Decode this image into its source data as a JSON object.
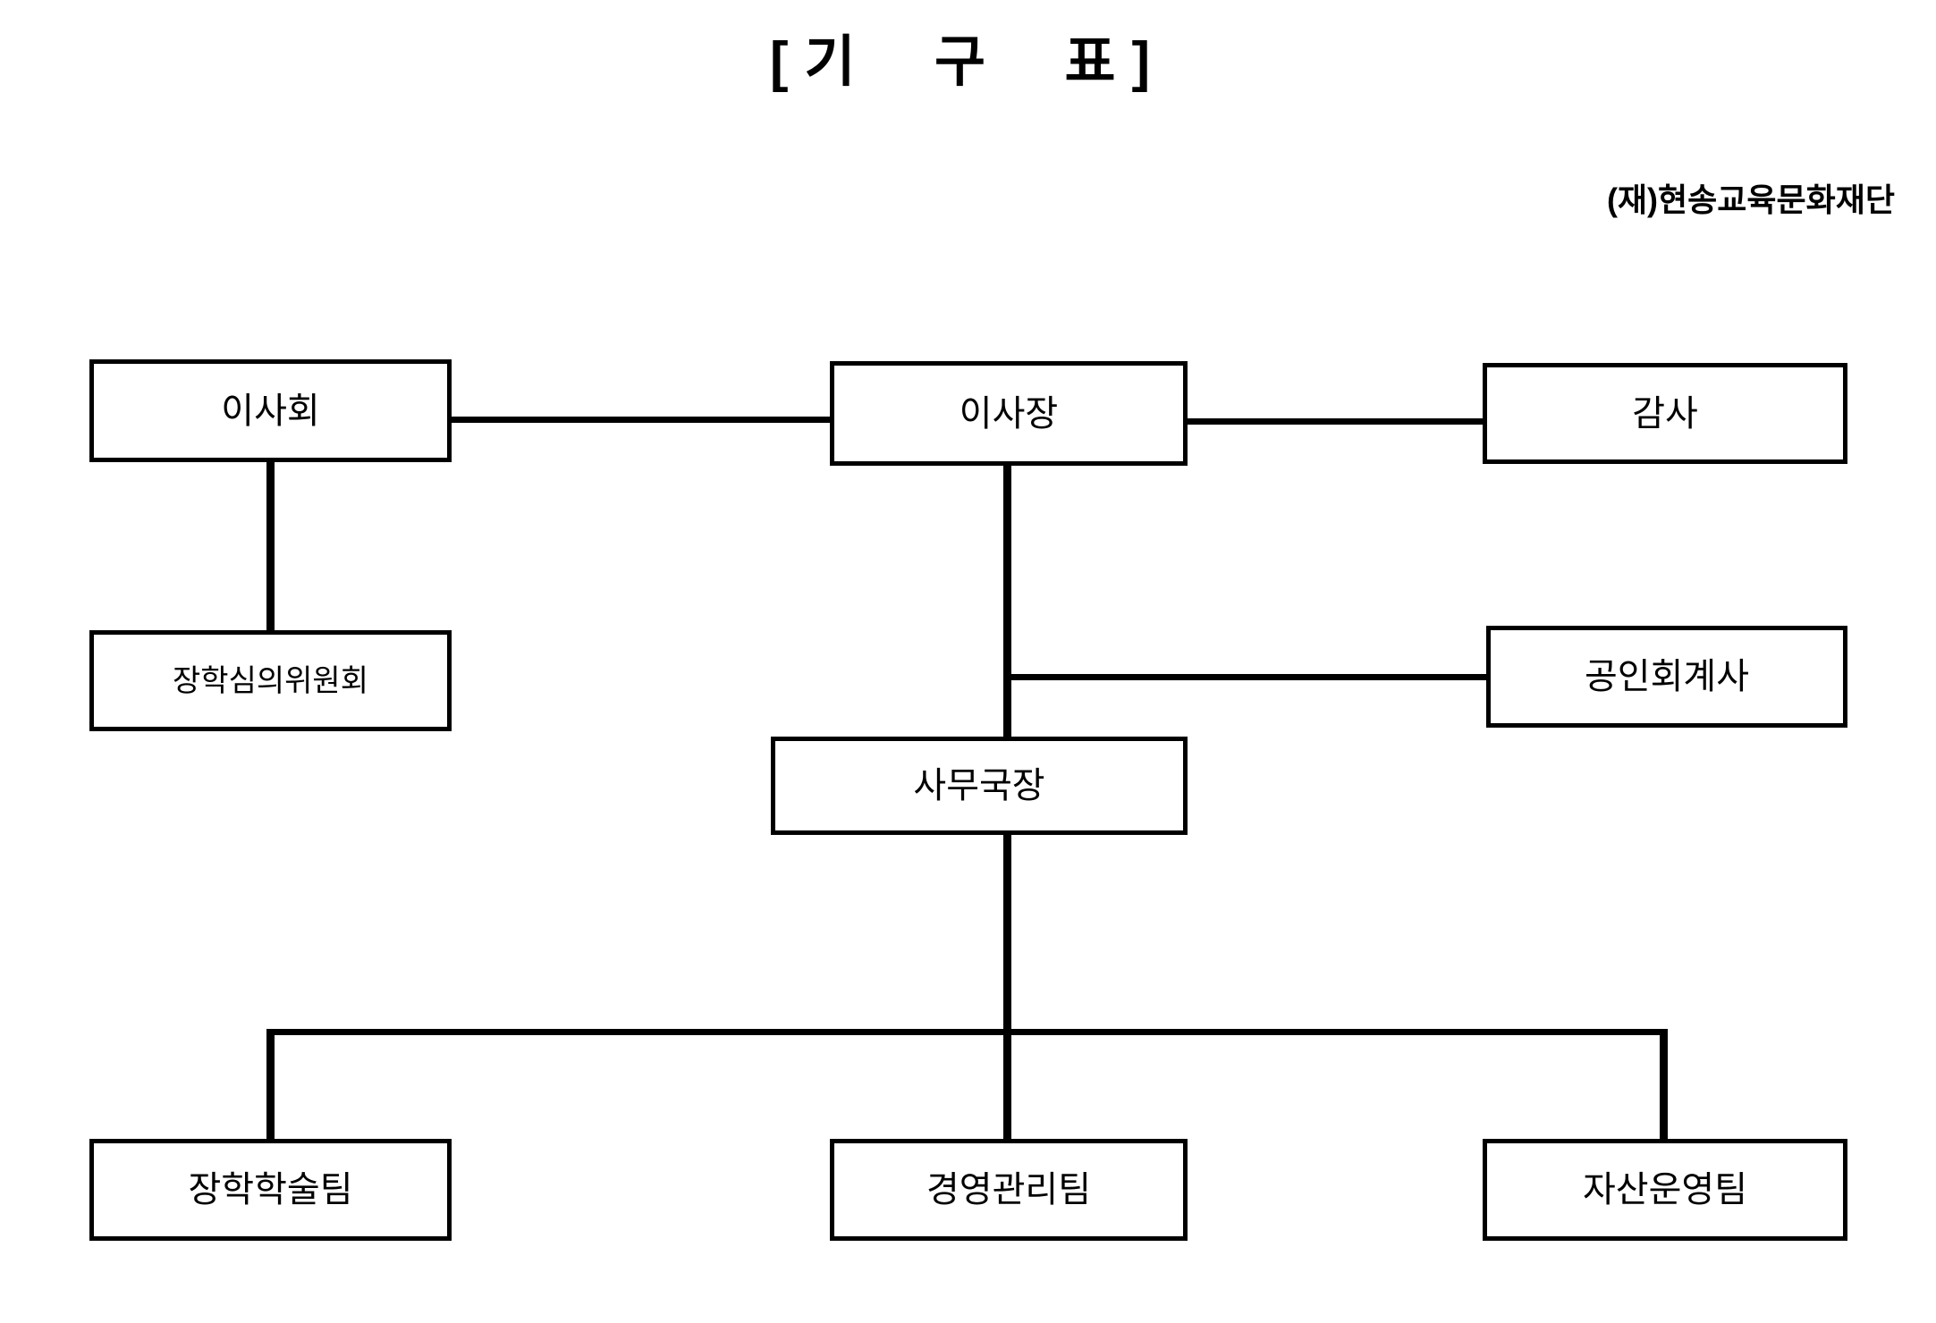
{
  "document": {
    "title": "[기  구  표]",
    "organization": "(재)현송교육문화재단"
  },
  "chart_data": {
    "type": "diagram",
    "diagram_kind": "organization-chart",
    "title": "[기  구  표]",
    "organization": "(재)현송교육문화재단",
    "nodes": [
      {
        "id": "board",
        "label": "이사회",
        "level": 1,
        "column": "left"
      },
      {
        "id": "chairman",
        "label": "이사장",
        "level": 1,
        "column": "center"
      },
      {
        "id": "auditor",
        "label": "감사",
        "level": 1,
        "column": "right"
      },
      {
        "id": "scholarship_committee",
        "label": "장학심의위원회",
        "level": 2,
        "column": "left"
      },
      {
        "id": "cpa",
        "label": "공인회계사",
        "level": 2,
        "column": "right"
      },
      {
        "id": "secretary_general",
        "label": "사무국장",
        "level": 3,
        "column": "center"
      },
      {
        "id": "team_scholarship",
        "label": "장학학술팀",
        "level": 4,
        "column": "left"
      },
      {
        "id": "team_management",
        "label": "경영관리팀",
        "level": 4,
        "column": "center"
      },
      {
        "id": "team_asset",
        "label": "자산운영팀",
        "level": 4,
        "column": "right"
      }
    ],
    "edges": [
      {
        "from": "board",
        "to": "chairman",
        "style": "horizontal"
      },
      {
        "from": "chairman",
        "to": "auditor",
        "style": "horizontal"
      },
      {
        "from": "board",
        "to": "scholarship_committee",
        "style": "vertical"
      },
      {
        "from": "chairman",
        "to": "cpa",
        "style": "elbow-right"
      },
      {
        "from": "chairman",
        "to": "secretary_general",
        "style": "vertical"
      },
      {
        "from": "secretary_general",
        "to": "team_scholarship",
        "style": "bus"
      },
      {
        "from": "secretary_general",
        "to": "team_management",
        "style": "bus"
      },
      {
        "from": "secretary_general",
        "to": "team_asset",
        "style": "bus"
      }
    ],
    "colors": {
      "line": "#000000",
      "box_border": "#000000",
      "box_fill": "#ffffff",
      "text": "#000000",
      "background": "#ffffff"
    }
  }
}
